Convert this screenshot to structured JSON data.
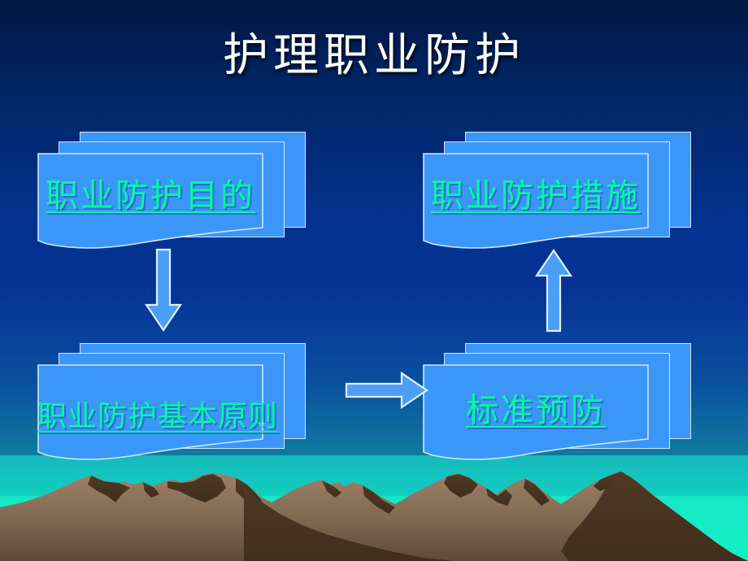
{
  "slide": {
    "title": "护理职业防护",
    "background": {
      "top_color": "#021744",
      "mid_color": "#053495",
      "bottom_color": "#16c8b4"
    },
    "card_colors": {
      "fill": "#3b97f7",
      "border": "#cfe6ff",
      "text": "#00ff9c"
    }
  },
  "diagram_data": {
    "type": "flow-diagram",
    "nodes": [
      {
        "id": "purpose",
        "label": "职业防护目的",
        "position": "top-left"
      },
      {
        "id": "measures",
        "label": "职业防护措施",
        "position": "top-right"
      },
      {
        "id": "principle",
        "label": "职业防护基本原则",
        "position": "bottom-left"
      },
      {
        "id": "standard",
        "label": "标准预防",
        "position": "bottom-right"
      }
    ],
    "edges": [
      {
        "from": "purpose",
        "to": "principle",
        "direction": "down"
      },
      {
        "from": "principle",
        "to": "standard",
        "direction": "right"
      },
      {
        "from": "standard",
        "to": "measures",
        "direction": "up"
      }
    ]
  },
  "scenery": {
    "mountain_light": "#9a7e66",
    "mountain_dark": "#4b3722",
    "sky_band": "#19e2c0"
  }
}
